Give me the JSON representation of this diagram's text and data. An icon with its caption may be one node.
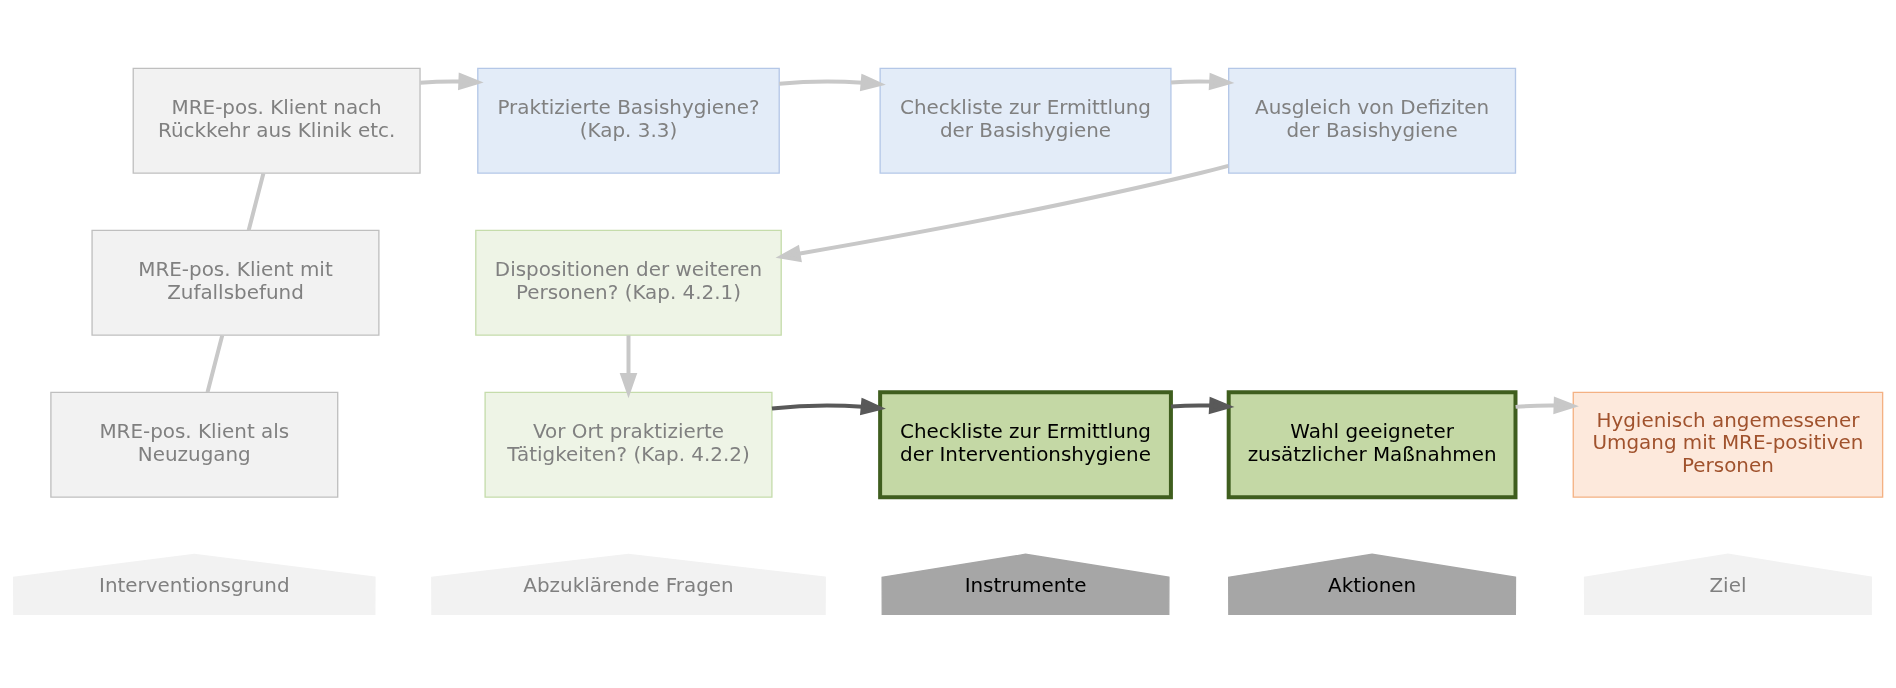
{
  "diagram": {
    "nodes": [
      {
        "text": [
          "MRE-pos. Klient nach Rückkehr aus Klinik etc."
        ]
      },
      {
        "text": [
          "Praktizierte Basishygiene? (Kap. 3.3)"
        ]
      },
      {
        "text": [
          "Checkliste zur Ermittlung der Basishygiene"
        ]
      },
      {
        "text": [
          "Ausgleich von Defiziten der Basishygiene"
        ]
      },
      {
        "text": [
          "MRE-pos. Klient mit Zufallsbefund"
        ]
      },
      {
        "text": [
          "Dispositionen der weiteren Personen? (Kap. 4.2.1)"
        ]
      },
      {
        "text": [
          "MRE-pos. Klient als Neuzugang"
        ]
      },
      {
        "text": [
          "Vor Ort praktizierte Tätigkeiten? (Kap. 4.2.2)"
        ]
      },
      {
        "text": [
          "Checkliste zur Ermittlung der Interventionshygiene"
        ]
      },
      {
        "text": [
          "Wahl geeigneter zusätzlicher Maßnahmen"
        ]
      },
      {
        "text": [
          "Hygienisch angemessener Umgang mit MRE-positiven Personen"
        ]
      },
      {
        "text": [
          "Interventionsgrund"
        ]
      },
      {
        "text": [
          "Abzuklärende Fragen"
        ]
      },
      {
        "text": [
          "Instrumente"
        ]
      },
      {
        "text": [
          "Aktionen"
        ]
      },
      {
        "text": [
          "Ziel"
        ]
      }
    ],
    "edges": [
      {
        "from": 0,
        "to": 1,
        "arrow": "to"
      },
      {
        "from": 1,
        "to": 2,
        "arrow": "to"
      },
      {
        "from": 2,
        "to": 3,
        "arrow": "to"
      },
      {
        "from": 3,
        "to": 5,
        "arrow": "to"
      },
      {
        "from": 0,
        "to": 4,
        "arrow": "none"
      },
      {
        "from": 4,
        "to": 6,
        "arrow": "none"
      },
      {
        "from": 5,
        "to": 7,
        "arrow": "to"
      },
      {
        "from": 7,
        "to": 8,
        "arrow": "to",
        "color": "#595959"
      },
      {
        "from": 8,
        "to": 9,
        "arrow": "to",
        "color": "#595959"
      },
      {
        "from": 9,
        "to": 10,
        "arrow": "to"
      }
    ]
  }
}
